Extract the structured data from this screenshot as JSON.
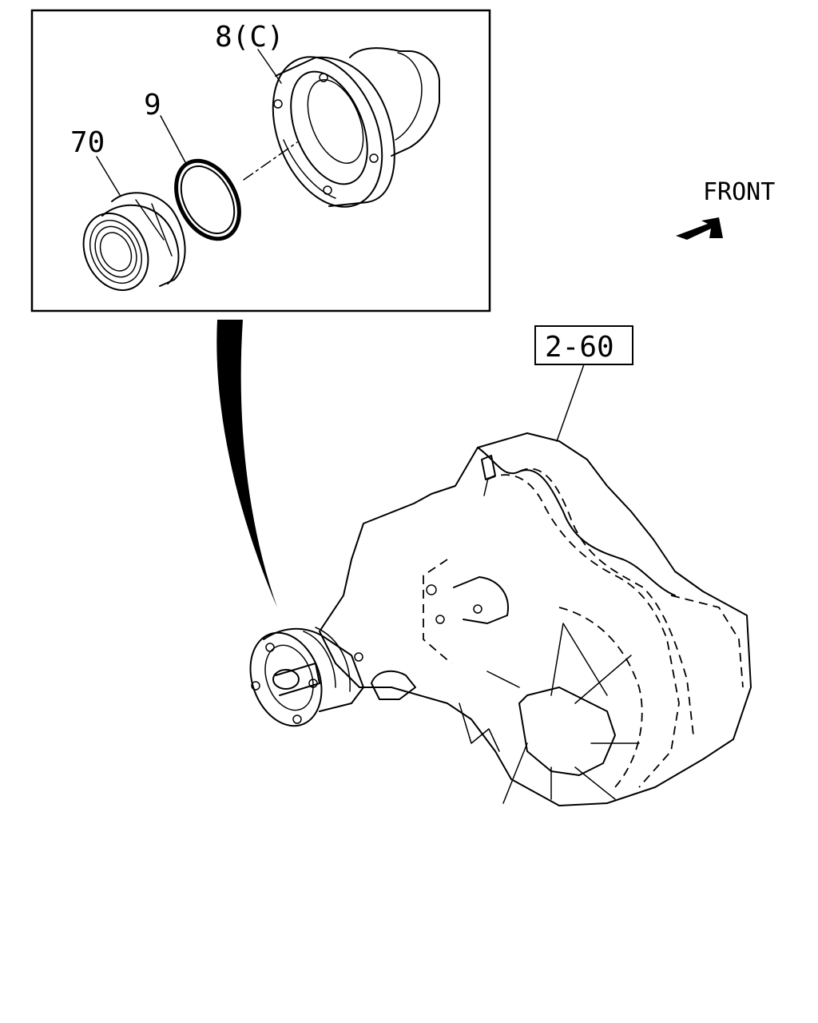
{
  "callouts": {
    "part_8": "8(C)",
    "part_9": "9",
    "part_70": "70",
    "ref_assembly": "2-60"
  },
  "direction": {
    "label": "FRONT",
    "icon": "front-arrow-icon"
  },
  "colors": {
    "line": "#000000",
    "background": "#ffffff"
  }
}
